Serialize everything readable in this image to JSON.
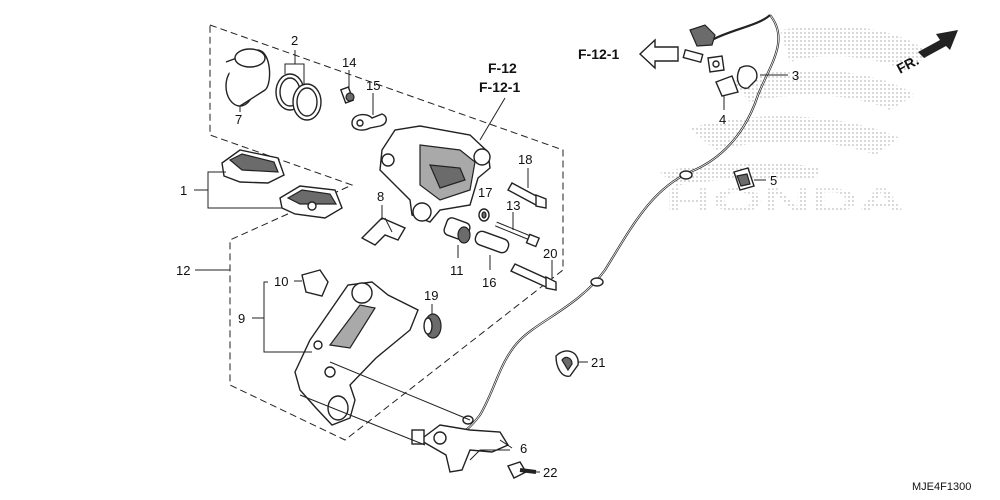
{
  "diagram": {
    "callouts": [
      "1",
      "2",
      "3",
      "4",
      "5",
      "6",
      "7",
      "8",
      "9",
      "10",
      "11",
      "12",
      "13",
      "14",
      "15",
      "16",
      "17",
      "18",
      "19",
      "20",
      "21",
      "22"
    ],
    "references": {
      "ref_caliper_line1": "F-12",
      "ref_caliper_line2": "F-12-1",
      "ref_arrow": "F-12-1"
    },
    "direction_label": "FR.",
    "watermark_text": "HONDA",
    "drawing_code": "MJE4F1300",
    "colors": {
      "ink": "#222222",
      "watermark": "#bdbdbd",
      "shade": "#6b6b6b"
    }
  }
}
